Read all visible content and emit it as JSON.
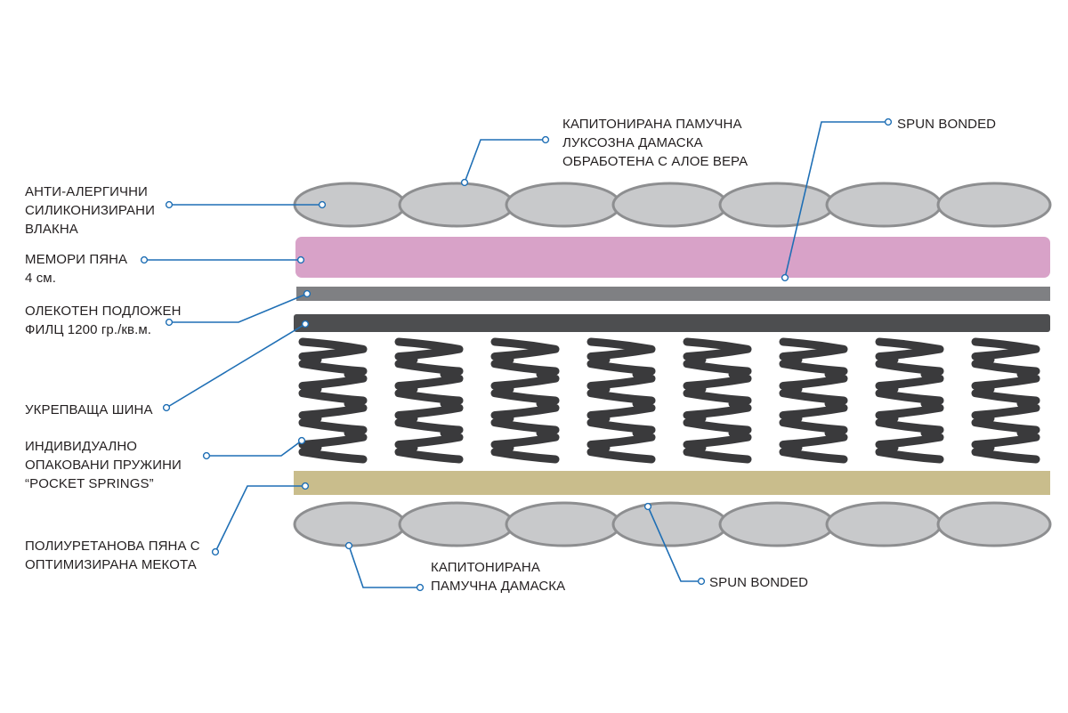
{
  "colors": {
    "leader": "#1f6fb5",
    "fiber_fill": "#c8c9cb",
    "fiber_stroke": "#8d8e90",
    "memory_foam": "#d8a2c8",
    "felt": "#7f8083",
    "reinforcement": "#4d4e50",
    "spring": "#3a3a3c",
    "base_foam": "#c9bd8c",
    "text": "#231f20"
  },
  "labels": {
    "quilted_cotton_top": [
      "КАПИТОНИРАНА ПАМУЧНА",
      "ЛУКСОЗНА ДАМАСКА",
      "ОБРАБОТЕНА С АЛОЕ ВЕРА"
    ],
    "spun_bonded_top": [
      "SPUN BONDED"
    ],
    "anti_allergic_fibers": [
      "АНТИ-АЛЕРГИЧНИ",
      "СИЛИКОНИЗИРАНИ",
      "ВЛАКНА"
    ],
    "memory_foam": [
      "МЕМОРИ ПЯНА",
      "4 см."
    ],
    "felt": [
      "ОЛЕКОТЕН ПОДЛОЖЕН",
      "ФИЛЦ 1200 гр./кв.м."
    ],
    "reinforcing_rail": [
      "УКРЕПВАЩА ШИНА"
    ],
    "pocket_springs": [
      "ИНДИВИДУАЛНО",
      "ОПАКОВАНИ ПРУЖИНИ",
      "“POCKET SPRINGS”"
    ],
    "polyurethane_foam": [
      "ПОЛИУРЕТАНОВА ПЯНА С",
      "ОПТИМИЗИРАНА МЕКОТА"
    ],
    "quilted_cotton_bottom": [
      "КАПИТОНИРАНА",
      "ПАМУЧНА ДАМАСКА"
    ],
    "spun_bonded_bottom": [
      "SPUN BONDED"
    ]
  }
}
